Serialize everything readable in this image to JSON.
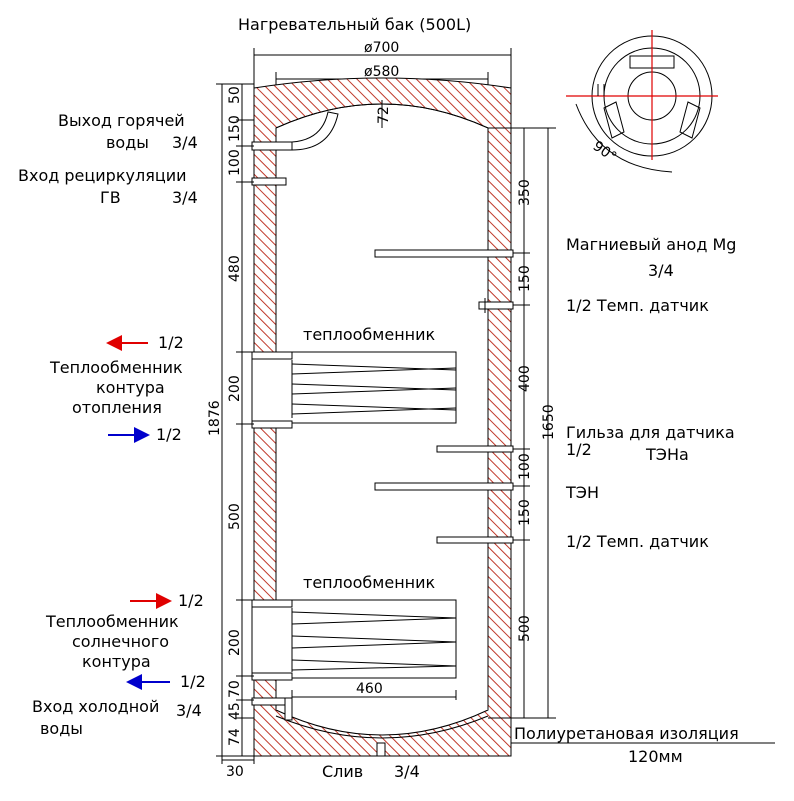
{
  "title": "Нагревательный бак (500L)",
  "dims": {
    "outer_diameter": "ø700",
    "inner_diameter": "ø580",
    "top_insulation": "50",
    "dome_height": "72",
    "height_total": "1876",
    "height_inner": "1650",
    "left_chain": [
      "50",
      "100",
      "480",
      "200",
      "500",
      "200",
      "70",
      "45",
      "74"
    ],
    "left_chain_top_150": "150",
    "right_chain": [
      "350",
      "150",
      "400",
      "100",
      "150",
      "500"
    ],
    "coil_length": "460",
    "bottom_left": "30",
    "sensor_angle": "90°"
  },
  "labels": {
    "hot_out": [
      "Выход горячей",
      "воды",
      "3/4"
    ],
    "recirc_in": [
      "Вход рециркуляции",
      "ГВ",
      "3/4"
    ],
    "anode": [
      "Магниевый анод Mg",
      "3/4"
    ],
    "temp_sensor_top": "1/2  Темп. датчик",
    "hx_upper_title": "теплообменник",
    "hx_upper_label": [
      "Теплообменник",
      "контура",
      "отопления"
    ],
    "hx_upper_in": "1/2",
    "hx_upper_out": "1/2",
    "sleeve": [
      "Гильза для датчика",
      "1/2",
      "ТЭНа"
    ],
    "heater": "ТЭН",
    "temp_sensor_bottom": "1/2 Темп. датчик",
    "hx_lower_title": "теплообменник",
    "hx_lower_label": [
      "Теплообменник",
      "солнечного",
      "контура"
    ],
    "hx_lower_in": "1/2",
    "hx_lower_out": "1/2",
    "cold_in": [
      "Вход холодной",
      "воды",
      "3/4"
    ],
    "insulation": [
      "Полиуретановая изоляция",
      "120мм"
    ],
    "drain": [
      "Слив",
      "3/4"
    ]
  },
  "colors": {
    "insulation_hatch": "#c0392b",
    "arrow_in": "#e00000",
    "arrow_out": "#0000cc",
    "centerline": "#e00000"
  }
}
